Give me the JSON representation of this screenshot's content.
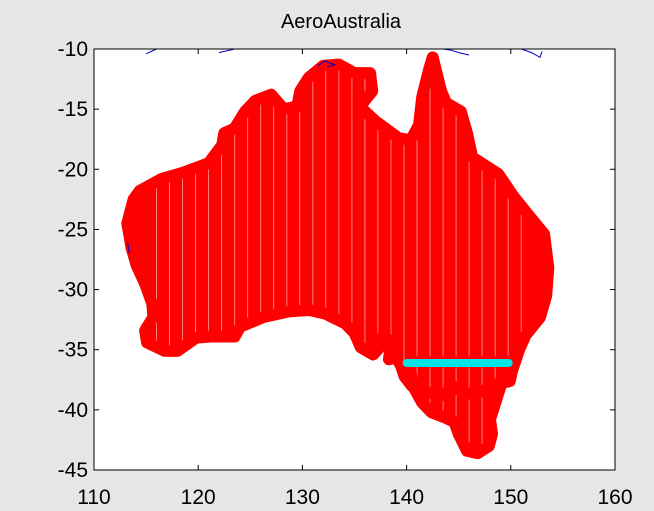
{
  "chart_data": {
    "type": "scatter",
    "title": "AeroAustralia",
    "xlabel": "",
    "ylabel": "",
    "xlim": [
      110,
      160
    ],
    "ylim": [
      -45,
      -10
    ],
    "xticks": [
      110,
      120,
      130,
      140,
      150,
      160
    ],
    "yticks": [
      -10,
      -15,
      -20,
      -25,
      -30,
      -35,
      -40,
      -45
    ],
    "grid": false,
    "legend": "none",
    "colors": {
      "figure_background": "#e6e6e6",
      "axes_background": "#ffffff",
      "fill": "#ff0000",
      "coastline": "#0000cc",
      "highlight": "#00e5e5"
    },
    "series": [
      {
        "style": "filled-region-vertical-scan",
        "color": "#ff0000",
        "outline": [
          [
            113.2,
            -24.5
          ],
          [
            113.8,
            -22.5
          ],
          [
            114.4,
            -21.8
          ],
          [
            116.5,
            -20.8
          ],
          [
            118.5,
            -20.3
          ],
          [
            121.0,
            -19.5
          ],
          [
            122.3,
            -18.0
          ],
          [
            122.5,
            -17.0
          ],
          [
            123.5,
            -16.6
          ],
          [
            124.5,
            -15.2
          ],
          [
            125.5,
            -14.3
          ],
          [
            127.0,
            -13.8
          ],
          [
            128.2,
            -15.0
          ],
          [
            129.5,
            -14.8
          ],
          [
            129.8,
            -13.5
          ],
          [
            130.6,
            -12.4
          ],
          [
            132.0,
            -11.4
          ],
          [
            133.5,
            -11.3
          ],
          [
            135.0,
            -12.0
          ],
          [
            136.5,
            -12.0
          ],
          [
            136.7,
            -13.5
          ],
          [
            135.5,
            -14.8
          ],
          [
            137.0,
            -16.0
          ],
          [
            139.2,
            -17.4
          ],
          [
            140.4,
            -17.6
          ],
          [
            141.2,
            -16.3
          ],
          [
            141.5,
            -14.0
          ],
          [
            142.2,
            -11.6
          ],
          [
            142.5,
            -10.7
          ],
          [
            143.3,
            -13.5
          ],
          [
            143.8,
            -14.5
          ],
          [
            145.2,
            -15.2
          ],
          [
            145.8,
            -17.0
          ],
          [
            146.3,
            -19.0
          ],
          [
            148.8,
            -20.4
          ],
          [
            150.2,
            -22.2
          ],
          [
            151.5,
            -23.6
          ],
          [
            153.2,
            -25.4
          ],
          [
            153.6,
            -28.2
          ],
          [
            153.4,
            -30.5
          ],
          [
            152.8,
            -32.3
          ],
          [
            151.4,
            -33.8
          ],
          [
            150.8,
            -35.0
          ],
          [
            150.1,
            -36.8
          ],
          [
            149.9,
            -37.6
          ],
          [
            148.4,
            -37.9
          ],
          [
            146.5,
            -38.8
          ],
          [
            145.1,
            -38.4
          ],
          [
            144.6,
            -38.1
          ],
          [
            143.4,
            -38.8
          ],
          [
            141.2,
            -38.4
          ],
          [
            140.5,
            -38.0
          ],
          [
            139.8,
            -37.2
          ],
          [
            139.5,
            -36.4
          ],
          [
            139.0,
            -35.6
          ],
          [
            138.3,
            -35.8
          ],
          [
            138.5,
            -34.6
          ],
          [
            137.8,
            -33.6
          ],
          [
            137.4,
            -34.8
          ],
          [
            136.8,
            -35.4
          ],
          [
            135.6,
            -34.8
          ],
          [
            135.0,
            -33.6
          ],
          [
            134.1,
            -32.8
          ],
          [
            132.2,
            -32.0
          ],
          [
            130.7,
            -31.7
          ],
          [
            128.8,
            -31.8
          ],
          [
            126.2,
            -32.3
          ],
          [
            124.0,
            -33.1
          ],
          [
            123.5,
            -33.9
          ],
          [
            121.2,
            -33.9
          ],
          [
            119.8,
            -34.0
          ],
          [
            118.0,
            -35.1
          ],
          [
            116.8,
            -35.1
          ],
          [
            115.1,
            -34.4
          ],
          [
            114.9,
            -33.4
          ],
          [
            115.7,
            -32.3
          ],
          [
            115.6,
            -31.2
          ],
          [
            114.9,
            -29.5
          ],
          [
            114.1,
            -28.0
          ],
          [
            113.6,
            -26.5
          ],
          [
            113.2,
            -24.5
          ]
        ],
        "tasmania": [
          [
            140.3,
            -36.0
          ],
          [
            149.8,
            -36.0
          ],
          [
            149.2,
            -37.5
          ],
          [
            148.0,
            -40.8
          ],
          [
            148.2,
            -42.0
          ],
          [
            147.9,
            -43.0
          ],
          [
            146.8,
            -43.6
          ],
          [
            145.8,
            -43.4
          ],
          [
            145.0,
            -42.0
          ],
          [
            144.6,
            -41.0
          ],
          [
            143.6,
            -40.6
          ],
          [
            142.4,
            -40.2
          ],
          [
            141.5,
            -39.4
          ],
          [
            140.6,
            -38.0
          ],
          [
            140.3,
            -36.0
          ]
        ]
      },
      {
        "style": "line",
        "color": "#0000cc",
        "segments": [
          [
            [
              115.0,
              -10.4
            ],
            [
              116.0,
              -10.0
            ]
          ],
          [
            [
              122.0,
              -10.3
            ],
            [
              123.5,
              -10.0
            ]
          ],
          [
            [
              131.5,
              -11.4
            ],
            [
              132.1,
              -11.0
            ],
            [
              133.1,
              -11.3
            ],
            [
              132.4,
              -11.5
            ]
          ],
          [
            [
              143.5,
              -10.0
            ],
            [
              144.3,
              -10.1
            ],
            [
              145.0,
              -10.3
            ],
            [
              146.0,
              -10.5
            ]
          ],
          [
            [
              151.0,
              -10.0
            ],
            [
              152.0,
              -10.3
            ],
            [
              152.8,
              -10.7
            ],
            [
              153.0,
              -10.2
            ]
          ],
          [
            [
              113.2,
              -26.0
            ],
            [
              113.4,
              -27.0
            ]
          ]
        ]
      },
      {
        "style": "thick-line",
        "color": "#00e5e5",
        "x": [
          140.0,
          149.8
        ],
        "y": [
          -36.1,
          -36.1
        ]
      }
    ]
  }
}
